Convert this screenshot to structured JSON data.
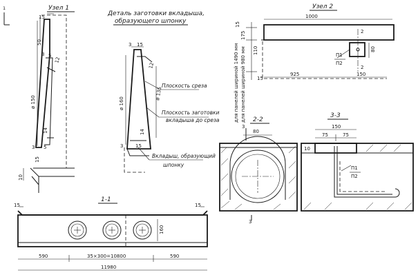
{
  "node1": {
    "title": "Узел 1",
    "dims": [
      "15",
      "50",
      "3",
      "5",
      "12",
      "ø 150",
      "14",
      "3",
      "5",
      "15",
      "10"
    ]
  },
  "detail": {
    "title_line1": "Деталь заготовки вкладыша,",
    "title_line2": "образующего шпонку",
    "dims": [
      "3",
      "15",
      "12",
      "ø 160",
      "ø 135",
      "14",
      "3",
      "15"
    ],
    "labels": [
      "Плоскость среза",
      "Плоскость заготовки",
      "вкладыша до среза",
      "Вкладыш, образующий",
      "шпонку"
    ]
  },
  "node2": {
    "title": "Узел 2",
    "dims": [
      "1000",
      "175",
      "110",
      "15",
      "80",
      "925",
      "150",
      "15"
    ],
    "side_label_1": "для панелей шириной 1490 мм",
    "side_label_2": "для панелей шириной 980 мм",
    "mark_top": "П1",
    "mark_bottom": "П2",
    "refs": [
      "2",
      "2"
    ]
  },
  "section22": {
    "title": "2-2",
    "dims": [
      "80"
    ],
    "refs": [
      "3",
      "3"
    ]
  },
  "section33": {
    "title": "3-3",
    "dims": [
      "150",
      "75",
      "75",
      "10"
    ],
    "mark_top": "П1",
    "mark_bottom": "П2"
  },
  "section11": {
    "title": "1-1",
    "dims": [
      "15",
      "15",
      "160",
      "590",
      "35×300=10800",
      "590",
      "11980"
    ],
    "cut_mark": "1"
  }
}
